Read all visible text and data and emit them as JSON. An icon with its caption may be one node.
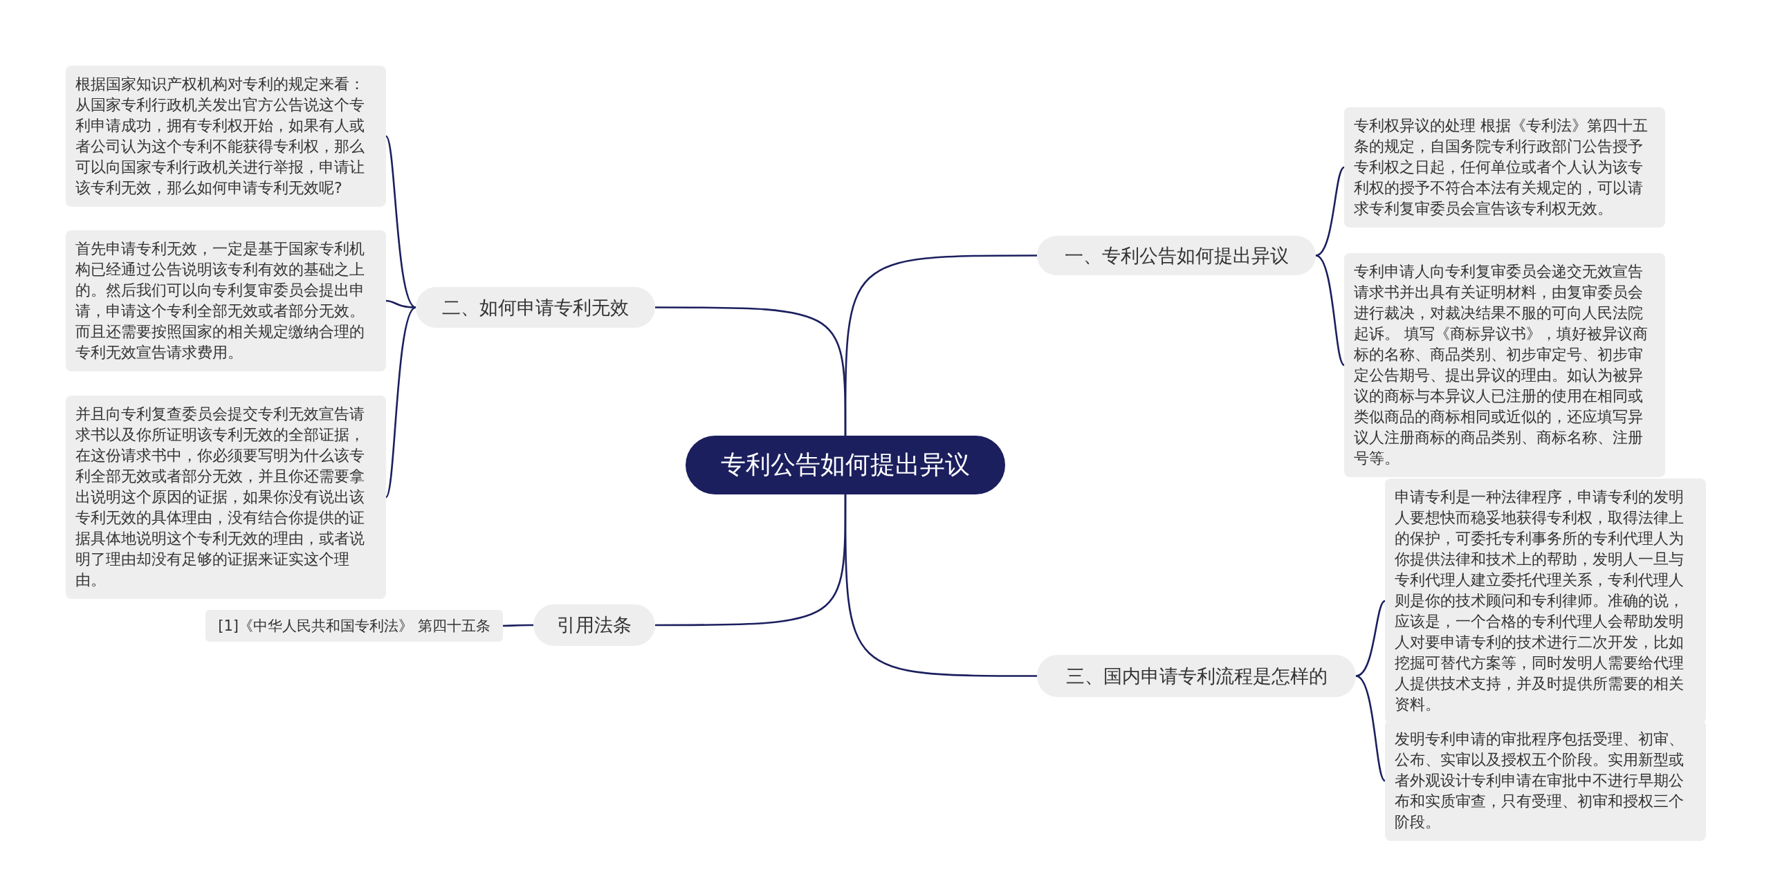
{
  "diagram": {
    "nodes": [
      {
        "text": [
          "专利公告如何提出异议"
        ]
      },
      {
        "text": [
          "一、专利公告如何提出异议"
        ]
      },
      {
        "text": [
          "专利权异议的处理 根据《专利法》第四十五条的规定，自国务院专利行政部门公告授予专利权之日起，任何单位或者个人认为该专利权的授予不符合本法有关规定的，可以请求专利复审委员会宣告该专利权无效。"
        ]
      },
      {
        "text": [
          "专利申请人向专利复审委员会递交无效宣告请求书并出具有关证明材料，由复审委员会进行裁决，对裁决结果不服的可向人民法院起诉。 填写《商标异议书》，填好被异议商标的名称、商品类别、初步审定号、初步审定公告期号、提出异议的理由。如认为被异议的商标与本异议人已注册的使用在相同或类似商品的商标相同或近似的，还应填写异议人注册商标的商品类别、商标名称、注册号等。"
        ]
      },
      {
        "text": [
          "三、国内申请专利流程是怎样的"
        ]
      },
      {
        "text": [
          "申请专利是一种法律程序，申请专利的发明人要想快而稳妥地获得专利权，取得法律上的保护，可委托专利事务所的专利代理人为你提供法律和技术上的帮助，发明人一旦与专利代理人建立委托代理关系，专利代理人则是你的技术顾问和专利律师。准确的说，应该是，一个合格的专利代理人会帮助发明人对要申请专利的技术进行二次开发，比如挖掘可替代方案等，同时发明人需要给代理人提供技术支持，并及时提供所需要的相关资料。"
        ]
      },
      {
        "text": [
          "发明专利申请的审批程序包括受理、初审、公布、实审以及授权五个阶段。实用新型或者外观设计专利申请在审批中不进行早期公布和实质审查，只有受理、初审和授权三个阶段。"
        ]
      },
      {
        "text": [
          "二、如何申请专利无效"
        ]
      },
      {
        "text": [
          "根据国家知识产权机构对专利的规定来看：从国家专利行政机关发出官方公告说这个专利申请成功，拥有专利权开始，如果有人或者公司认为这个专利不能获得专利权，那么可以向国家专利行政机关进行举报，申请让该专利无效，那么如何申请专利无效呢?"
        ]
      },
      {
        "text": [
          "首先申请专利无效，一定是基于国家专利机构已经通过公告说明该专利有效的基础之上的。然后我们可以向专利复审委员会提出申请，申请这个专利全部无效或者部分无效。而且还需要按照国家的相关规定缴纳合理的专利无效宣告请求费用。"
        ]
      },
      {
        "text": [
          "并且向专利复查委员会提交专利无效宣告请求书以及你所证明该专利无效的全部证据，在这份请求书中，你必须要写明为什么该专利全部无效或者部分无效，并且你还需要拿出说明这个原因的证据，如果你没有说出该专利无效的具体理由，没有结合你提供的证据具体地说明这个专利无效的理由，或者说明了理由却没有足够的证据来证实这个理由。"
        ]
      },
      {
        "text": [
          "引用法条"
        ]
      },
      {
        "text": [
          "[1]《中华人民共和国专利法》 第四十五条"
        ]
      }
    ],
    "edges": [
      {
        "from": 0,
        "to": 1,
        "arrow": "none"
      },
      {
        "from": 1,
        "to": 2,
        "arrow": "none"
      },
      {
        "from": 1,
        "to": 3,
        "arrow": "none"
      },
      {
        "from": 0,
        "to": 4,
        "arrow": "none"
      },
      {
        "from": 4,
        "to": 5,
        "arrow": "none"
      },
      {
        "from": 4,
        "to": 6,
        "arrow": "none"
      },
      {
        "from": 0,
        "to": 7,
        "arrow": "none"
      },
      {
        "from": 7,
        "to": 8,
        "arrow": "none"
      },
      {
        "from": 7,
        "to": 9,
        "arrow": "none"
      },
      {
        "from": 7,
        "to": 10,
        "arrow": "none"
      },
      {
        "from": 0,
        "to": 11,
        "arrow": "none"
      },
      {
        "from": 11,
        "to": 12,
        "arrow": "none"
      }
    ]
  }
}
